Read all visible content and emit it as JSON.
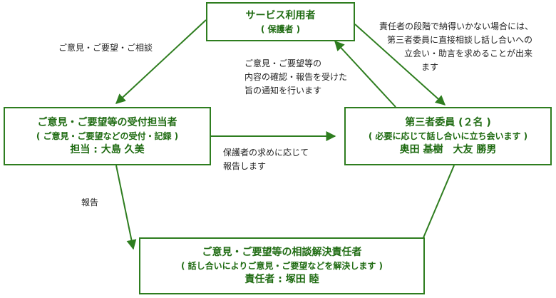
{
  "nodes": {
    "user": {
      "title": "サービス利用者",
      "subtitle": "( 保護者 )"
    },
    "reception": {
      "title": "ご意見・ご要望等の受付担当者",
      "subtitle": "( ご意見・ご要望などの受付・記録 )",
      "person": "担当 : 大島 久美"
    },
    "committee": {
      "title": "第三者委員 (２名 )",
      "subtitle": "( 必要に応じて話し合いに立ち会います )",
      "person": "奥田 基樹　大友 勝男"
    },
    "resolver": {
      "title": "ご意見・ご要望等の相談解決責任者",
      "subtitle": "( 話し合いによりご意見・ご要望などを解決します )",
      "person": "責任者 : 塚田 睦"
    }
  },
  "edges": {
    "user_to_reception": "ご意見・ご要望・ご相談",
    "committee_to_user": [
      "ご意見・ご要望等の",
      "内容の確認・報告を受けた",
      "旨の通知を行います"
    ],
    "user_to_committee": [
      "責任者の段階で納得いかない場合には、",
      "第三者委員に直接相談し話し合いへの",
      "立会い・助言を求めることが出来",
      "ます"
    ],
    "reception_to_committee": [
      "保護者の求めに応じて",
      "報告します"
    ],
    "reception_to_resolver": "報告"
  },
  "colors": {
    "line": "#2e7d1f",
    "box_text": "#1f6b12"
  }
}
